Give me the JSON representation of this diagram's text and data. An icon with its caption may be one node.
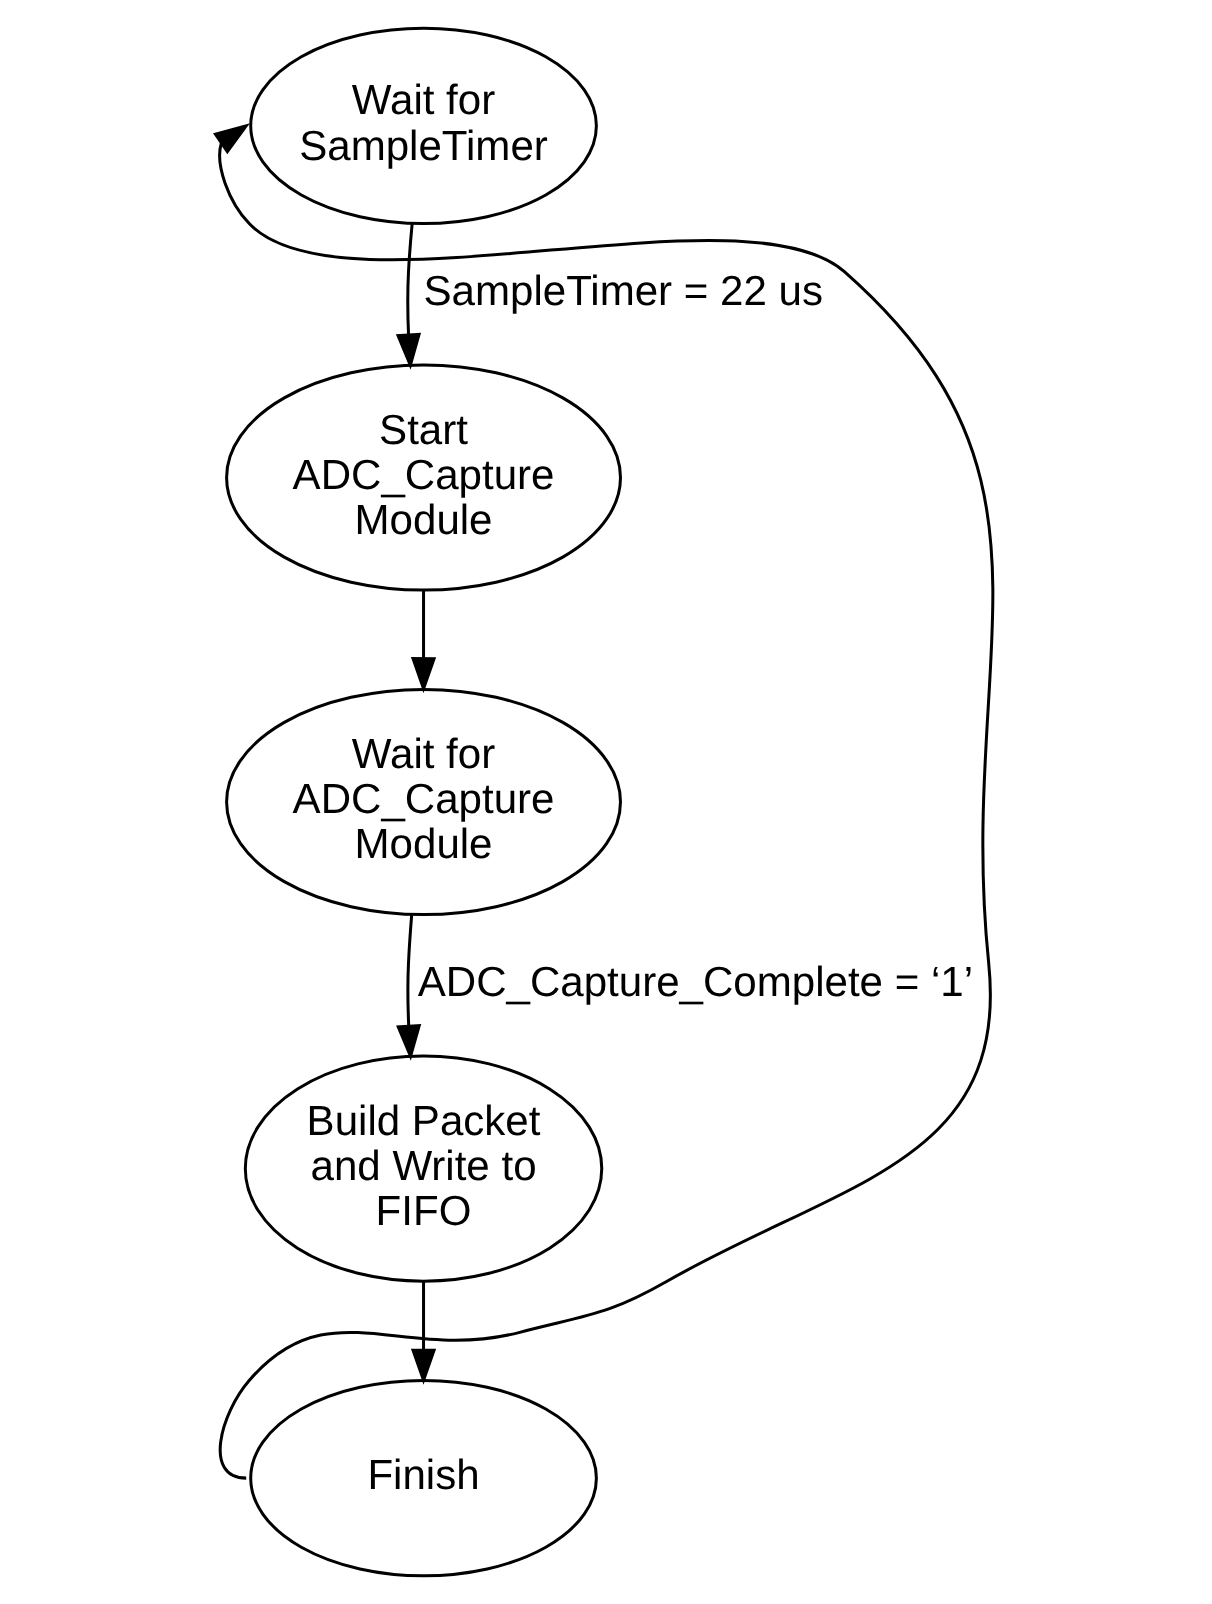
{
  "diagram": {
    "nodes": [
      {
        "text": [
          "Wait for SampleTimer"
        ]
      },
      {
        "text": [
          "Start ADC_Capture Module"
        ]
      },
      {
        "text": [
          "Wait for ADC_Capture Module"
        ]
      },
      {
        "text": [
          "Build Packet and Write to FIFO"
        ]
      },
      {
        "text": [
          "Finish"
        ]
      }
    ],
    "edges": [
      {
        "from": 0,
        "to": 1,
        "arrow": "to",
        "label": "SampleTimer = 22 us"
      },
      {
        "from": 1,
        "to": 2,
        "arrow": "to"
      },
      {
        "from": 2,
        "to": 3,
        "arrow": "to",
        "label": "ADC_Capture_Complete = ‘1’"
      },
      {
        "from": 3,
        "to": 4,
        "arrow": "to"
      },
      {
        "from": 4,
        "to": 0,
        "arrow": "to"
      }
    ]
  }
}
